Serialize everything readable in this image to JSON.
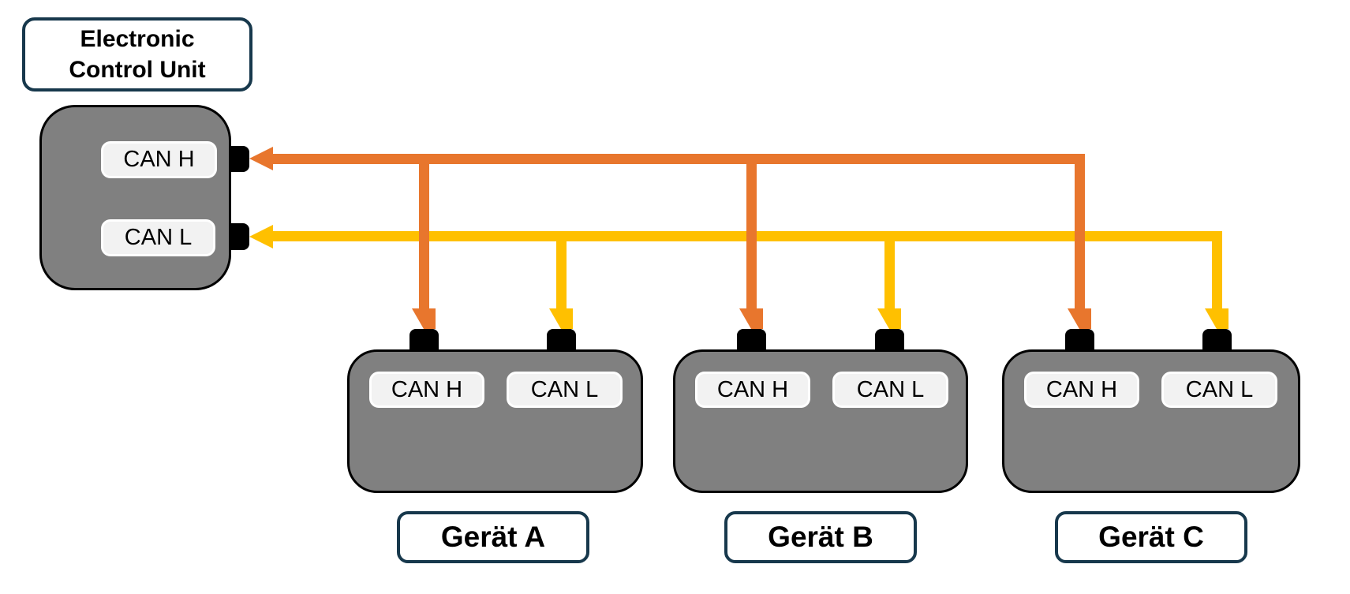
{
  "colors": {
    "wire_can_h": "#E8762D",
    "wire_can_l": "#FFC000",
    "node_fill": "#808080",
    "node_border": "#000000",
    "pill_fill": "#F2F2F2",
    "pill_border": "#FFFFFF",
    "label_box_border": "#17384C",
    "text": "#000000",
    "background": "#FFFFFF"
  },
  "ecu": {
    "label": "Electronic Control Unit",
    "label_lines": [
      "Electronic",
      "Control Unit"
    ],
    "ports": [
      {
        "label": "CAN H"
      },
      {
        "label": "CAN L"
      }
    ]
  },
  "devices": [
    {
      "label": "Gerät A",
      "ports": [
        {
          "label": "CAN H"
        },
        {
          "label": "CAN L"
        }
      ]
    },
    {
      "label": "Gerät B",
      "ports": [
        {
          "label": "CAN H"
        },
        {
          "label": "CAN L"
        }
      ]
    },
    {
      "label": "Gerät C",
      "ports": [
        {
          "label": "CAN H"
        },
        {
          "label": "CAN L"
        }
      ]
    }
  ],
  "buses": [
    {
      "name": "CAN H",
      "color": "#E8762D",
      "connects": [
        "Electronic Control Unit",
        "Gerät A",
        "Gerät B",
        "Gerät C"
      ]
    },
    {
      "name": "CAN L",
      "color": "#FFC000",
      "connects": [
        "Electronic Control Unit",
        "Gerät A",
        "Gerät B",
        "Gerät C"
      ]
    }
  ]
}
